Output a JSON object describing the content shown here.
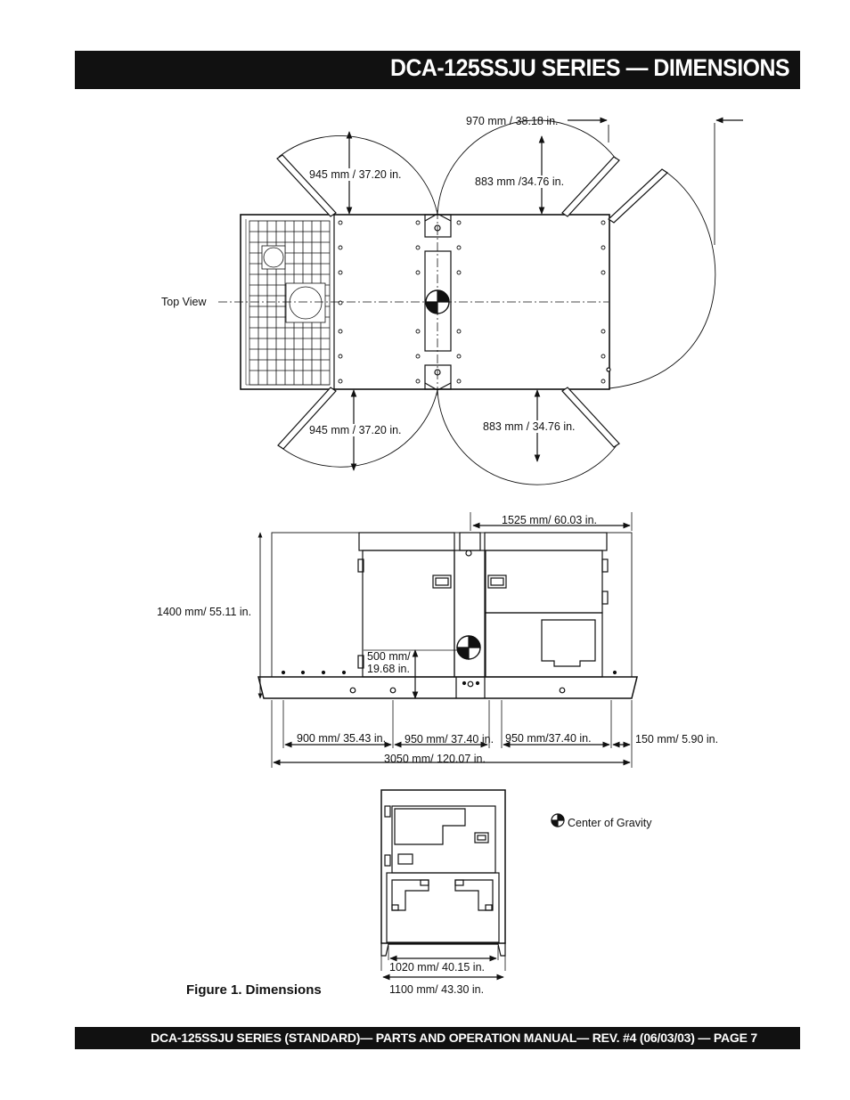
{
  "header": {
    "title": "DCA-125SSJU SERIES — DIMENSIONS"
  },
  "footer": {
    "text": "DCA-125SSJU SERIES (STANDARD)— PARTS AND OPERATION  MANUAL— REV. #4  (06/03/03) — PAGE 7"
  },
  "top_view": {
    "label": "Top View",
    "dim_overall_right": "970 mm / 38.18 in.",
    "dim_door_upper_left": "945 mm / 37.20 in.",
    "dim_door_upper_right": "883 mm /34.76 in.",
    "dim_door_lower_left": "945 mm / 37.20 in.",
    "dim_door_lower_right": "883 mm / 34.76 in."
  },
  "side_view": {
    "dim_top_width": "1525 mm/ 60.03 in.",
    "dim_height": "1400 mm/ 55.11 in.",
    "dim_cog_height_line1": "500 mm/",
    "dim_cog_height_line2": "19.68 in.",
    "dim_seg1": "900 mm/ 35.43 in.",
    "dim_seg2": "950 mm/ 37.40 in.",
    "dim_seg3": "950 mm/37.40 in.",
    "dim_seg4": "150 mm/ 5.90 in.",
    "dim_overall_length": "3050 mm/ 120.07 in."
  },
  "end_view": {
    "dim_inner_width": "1020 mm/ 40.15 in.",
    "dim_outer_width": "1100 mm/ 43.30 in."
  },
  "legend": {
    "center_of_gravity": "Center of Gravity"
  },
  "caption": "Figure 1. Dimensions"
}
